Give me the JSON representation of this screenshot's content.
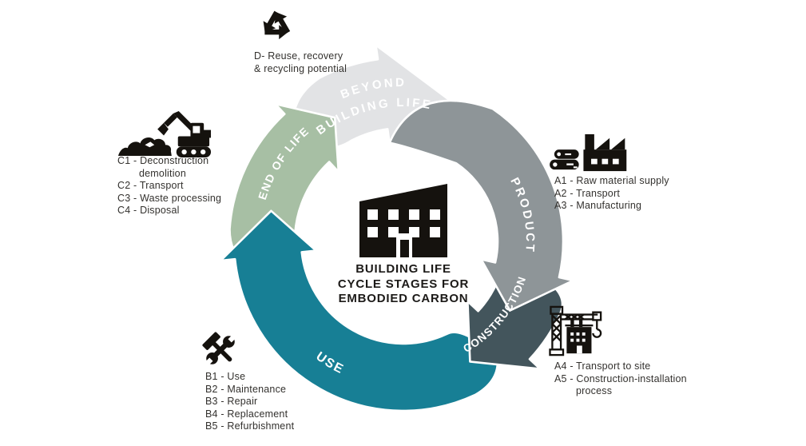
{
  "title": {
    "lines": [
      "BUILDING LIFE",
      "CYCLE STAGES FOR",
      "EMBODIED CARBON"
    ]
  },
  "colors": {
    "beyond": "#e2e3e5",
    "product": "#8e9598",
    "construction": "#43555c",
    "use": "#177f95",
    "end_of_life": "#a7bfa4",
    "icon_black": "#15120e",
    "arc_label_text": "#ffffff",
    "note_text": "#33312e",
    "title_text": "#1c1a18",
    "background": "#ffffff"
  },
  "segments": [
    {
      "id": "beyond",
      "label": "BEYOND BUILDING LIFE",
      "label_lines": [
        "BEYOND",
        "BUILDING LIFE"
      ],
      "color_key": "beyond"
    },
    {
      "id": "end_of_life",
      "label": "END OF LIFE",
      "label_lines": [
        "END OF LIFE"
      ],
      "color_key": "end_of_life"
    },
    {
      "id": "use",
      "label": "USE",
      "label_lines": [
        "USE"
      ],
      "color_key": "use"
    },
    {
      "id": "construction",
      "label": "CONSTRUCTION",
      "label_lines": [
        "CONSTRUCTION"
      ],
      "color_key": "construction"
    },
    {
      "id": "product",
      "label": "PRODUCT",
      "label_lines": [
        "PRODUCT"
      ],
      "color_key": "product"
    }
  ],
  "annotations": {
    "beyond_note": {
      "icon": "recycle-icon",
      "lines": [
        {
          "text": "D- Reuse, recovery"
        },
        {
          "text": "& recycling potential"
        }
      ]
    },
    "product_note": {
      "icon": "factory-icon",
      "lines": [
        {
          "text": "A1 - Raw material supply"
        },
        {
          "text": "A2 - Transport"
        },
        {
          "text": "A3 - Manufacturing"
        }
      ]
    },
    "construction_note": {
      "icon": "crane-icon",
      "lines": [
        {
          "text": "A4 - Transport to site"
        },
        {
          "text": "A5 - Construction-installation"
        },
        {
          "text": "process",
          "indent": true
        }
      ]
    },
    "use_note": {
      "icon": "tools-icon",
      "lines": [
        {
          "text": "B1 - Use"
        },
        {
          "text": "B2 - Maintenance"
        },
        {
          "text": "B3 - Repair"
        },
        {
          "text": "B4 - Replacement"
        },
        {
          "text": "B5 - Refurbishment"
        }
      ]
    },
    "end_of_life_note": {
      "icon": "excavator-icon",
      "lines": [
        {
          "text": "C1 - Deconstruction"
        },
        {
          "text": "demolition",
          "indent": true
        },
        {
          "text": "C2 - Transport"
        },
        {
          "text": "C3 - Waste processing"
        },
        {
          "text": "C4 - Disposal"
        }
      ]
    },
    "center": {
      "icon": "building-icon"
    }
  }
}
